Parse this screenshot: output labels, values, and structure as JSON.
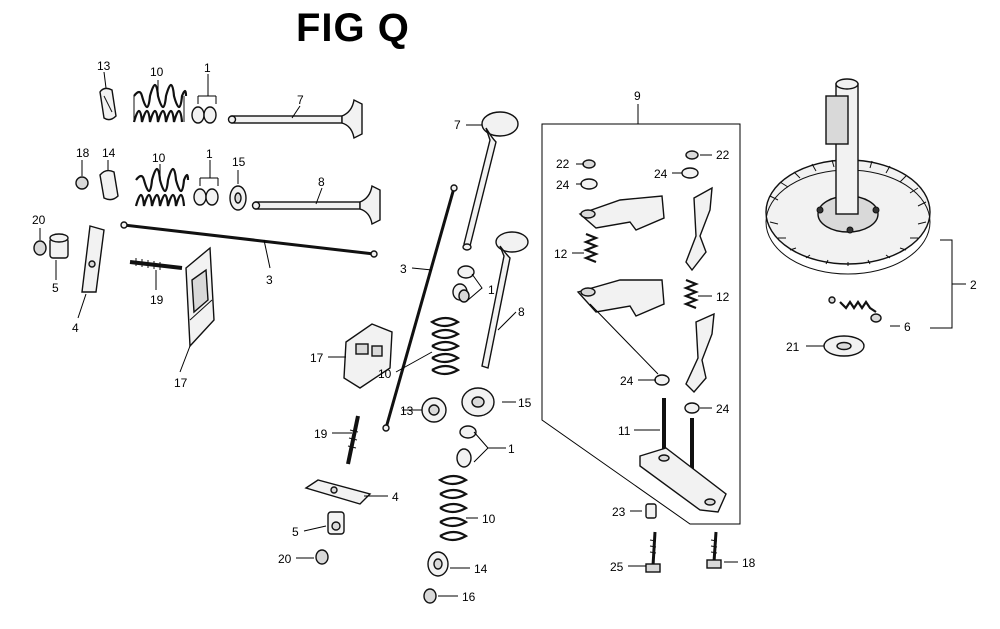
{
  "figure": {
    "title": "FIG Q"
  },
  "callouts": {
    "c1a": "1",
    "c1b": "1",
    "c1c": "1",
    "c1d": "1",
    "c2": "2",
    "c3a": "3",
    "c3b": "3",
    "c4a": "4",
    "c4b": "4",
    "c5a": "5",
    "c5b": "5",
    "c6": "6",
    "c7a": "7",
    "c7b": "7",
    "c8a": "8",
    "c8b": "8",
    "c9": "9",
    "c10a": "10",
    "c10b": "10",
    "c10c": "10",
    "c10d": "10",
    "c11": "11",
    "c12a": "12",
    "c12b": "12",
    "c13a": "13",
    "c13b": "13",
    "c14a": "14",
    "c14b": "14",
    "c15a": "15",
    "c15b": "15",
    "c16": "16",
    "c17a": "17",
    "c17b": "17",
    "c18a": "18",
    "c18b": "18",
    "c19a": "19",
    "c19b": "19",
    "c20a": "20",
    "c20b": "20",
    "c21": "21",
    "c22a": "22",
    "c22b": "22",
    "c23": "23",
    "c24a": "24",
    "c24b": "24",
    "c24c": "24",
    "c24d": "24",
    "c25": "25"
  }
}
